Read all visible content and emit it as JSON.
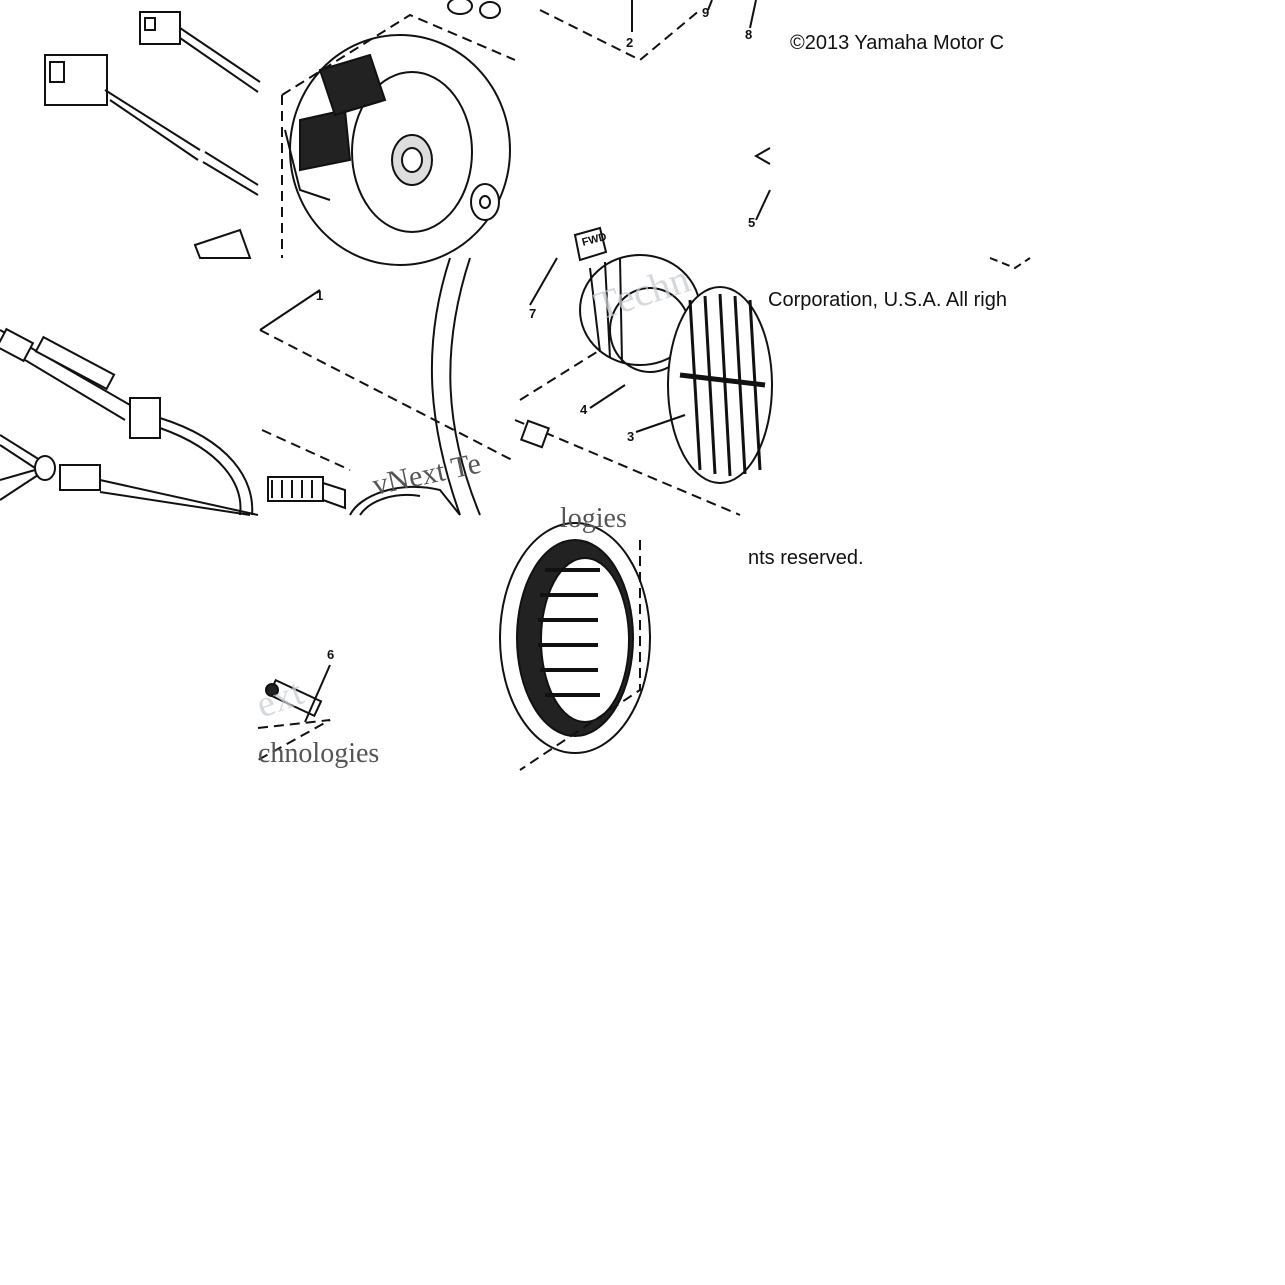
{
  "copyright": {
    "line1": "©2013 Yamaha Motor C",
    "line2": "Corporation, U.S.A. All righ",
    "line3": "nts reserved."
  },
  "callouts": [
    "1",
    "2",
    "3",
    "4",
    "5",
    "6",
    "7",
    "8",
    "9"
  ],
  "fwd_tag": "FWD",
  "watermark": {
    "a": "vNext Te",
    "b": "chnologies",
    "c": "logies",
    "d": "ext",
    "e": "Techn"
  },
  "colors": {
    "ink": "#111111",
    "paper": "#ffffff",
    "watermark": "#c8ccd2"
  }
}
